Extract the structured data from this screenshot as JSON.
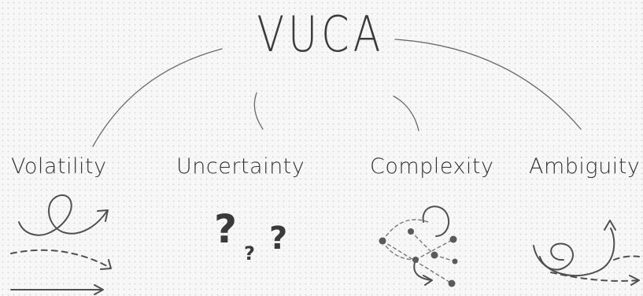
{
  "diagram": {
    "title": "VUCA",
    "pillars": [
      {
        "label": "Volatility"
      },
      {
        "label": "Uncertainty"
      },
      {
        "label": "Complexity"
      },
      {
        "label": "Ambiguity"
      }
    ]
  },
  "symbols": {
    "question_marks": [
      "?",
      "?",
      "?"
    ]
  }
}
